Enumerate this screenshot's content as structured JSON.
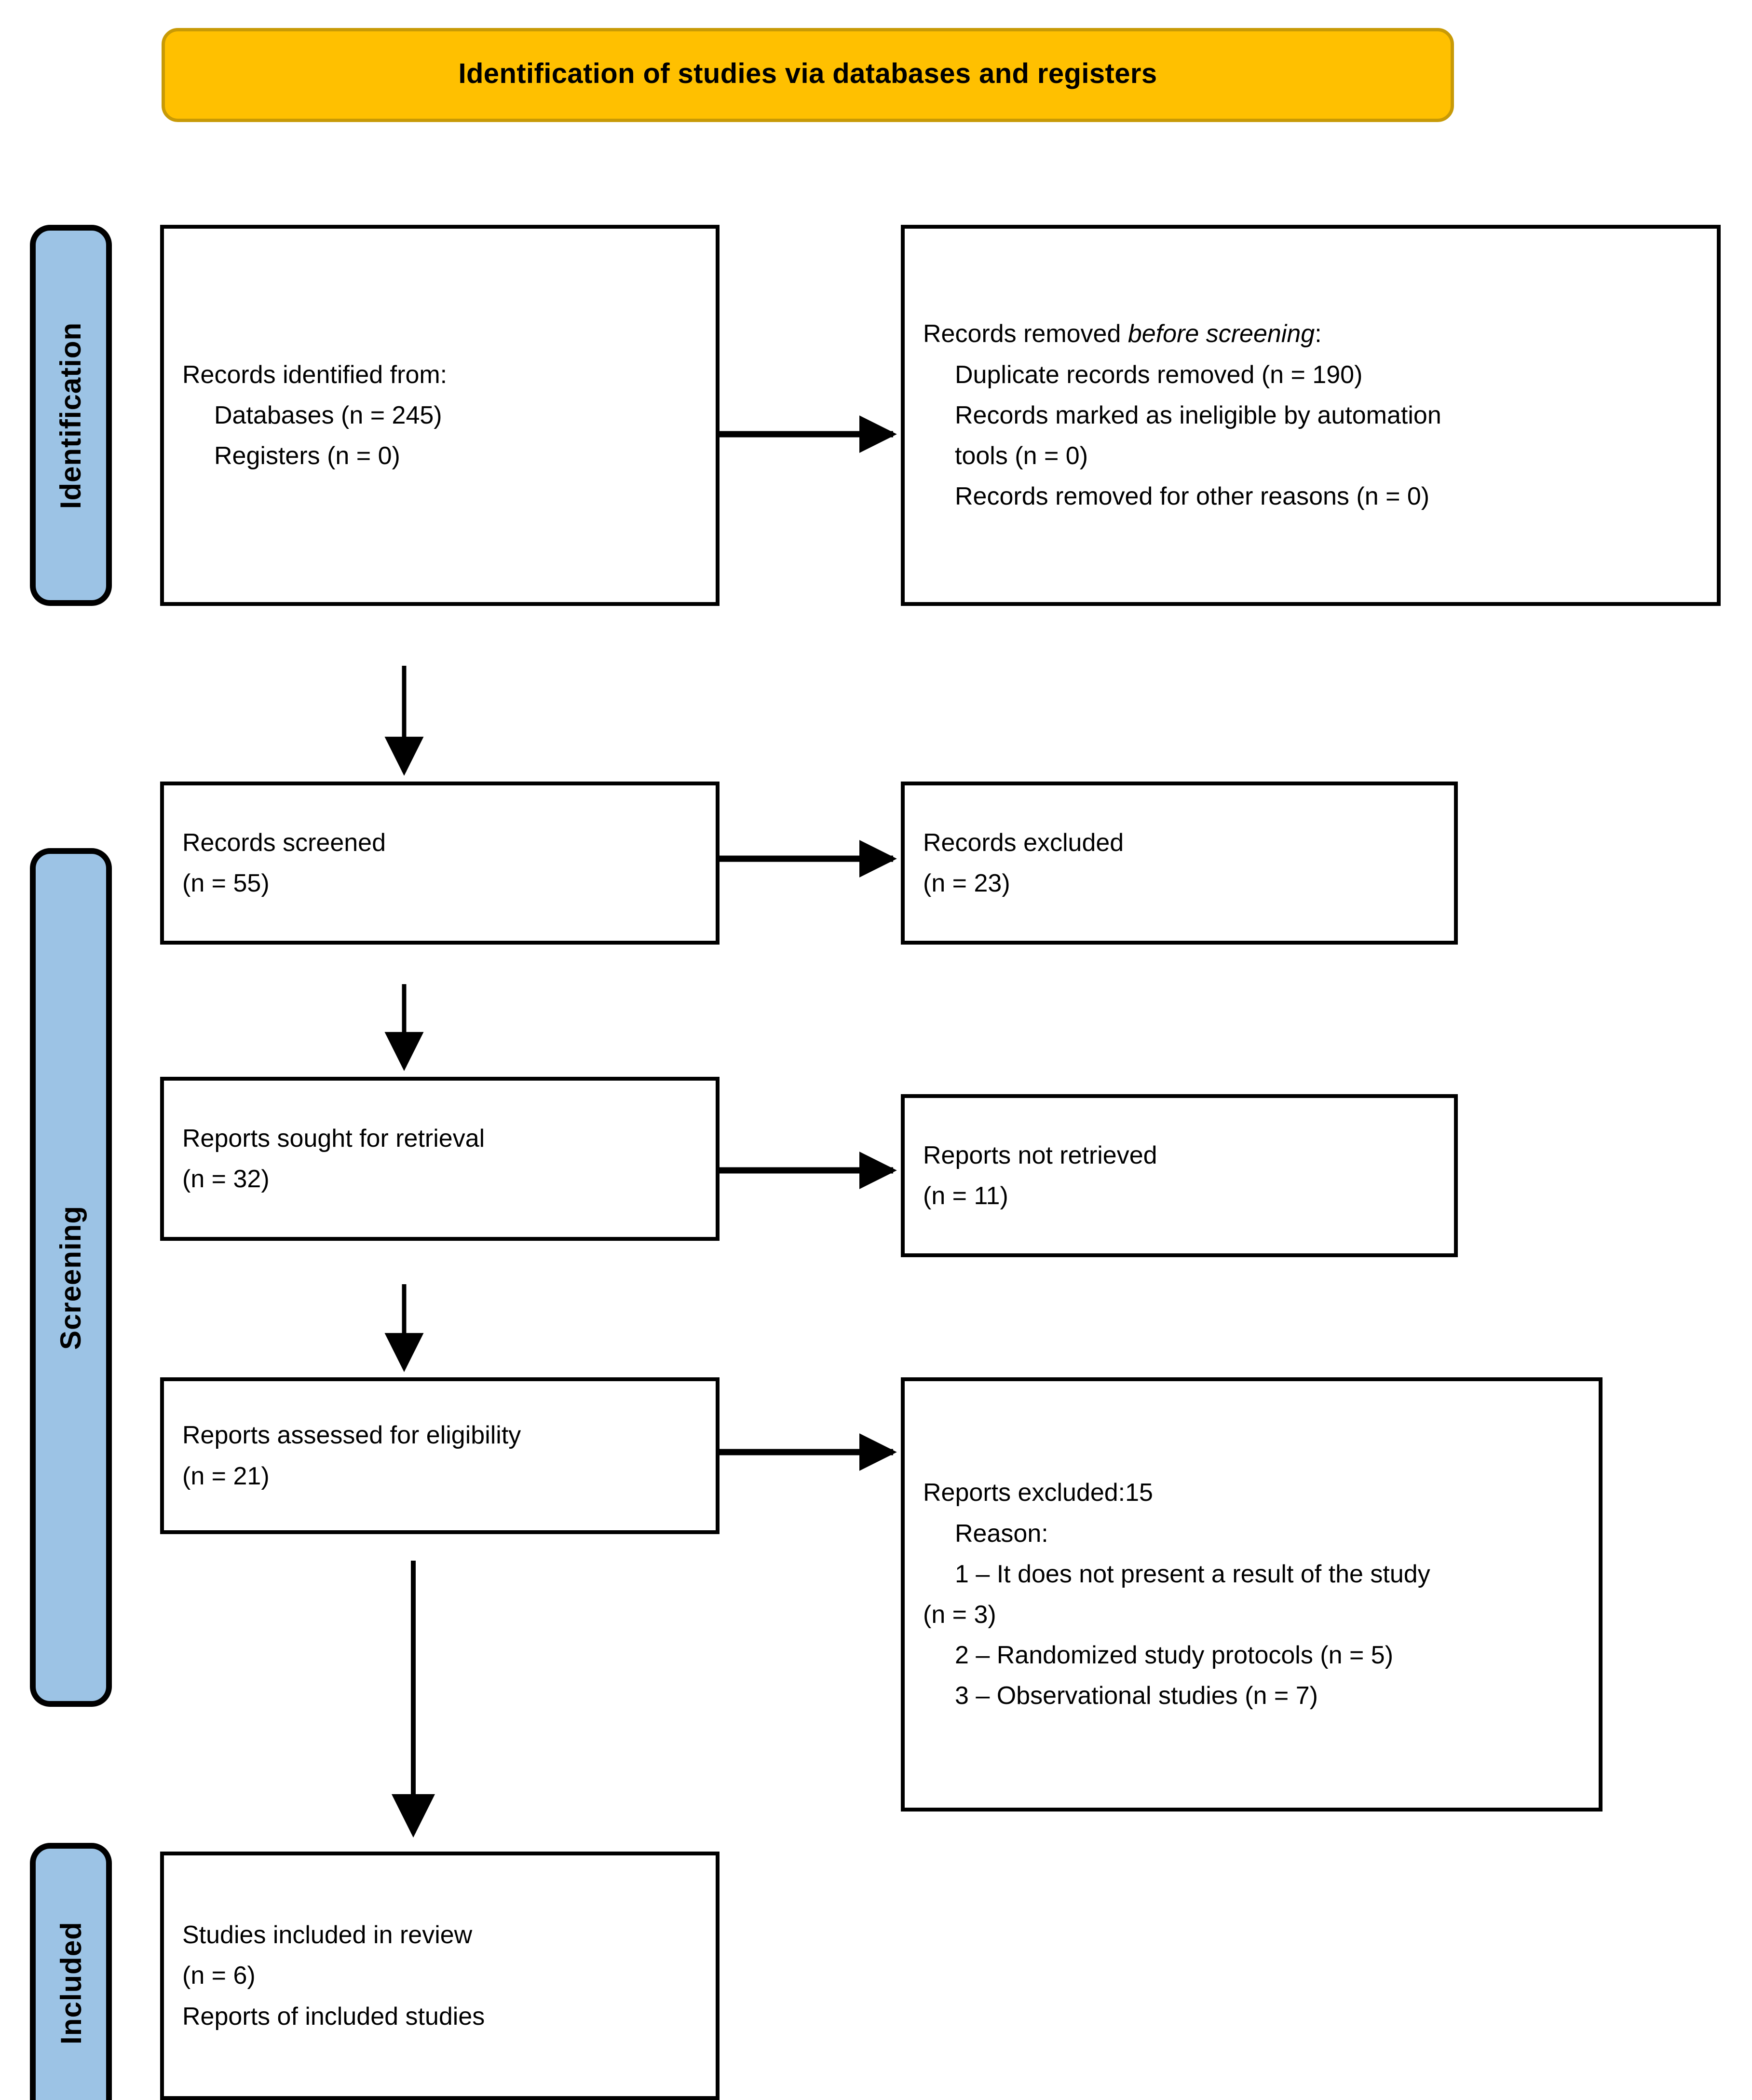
{
  "banner": {
    "title": "Identification of studies via databases and registers",
    "fill": "#FFC000",
    "border": "#C89A06"
  },
  "stages": {
    "fill": "#9CC3E5",
    "identification": "Identification",
    "screening": "Screening",
    "included": "Included"
  },
  "boxes": {
    "identified": {
      "line1": "Records identified from:",
      "line2": "Databases (n = 245)",
      "line3": "Registers (n = 0)"
    },
    "removed": {
      "line1_prefix": "Records removed ",
      "line1_italic": "before screening",
      "line1_suffix": ":",
      "line2": "Duplicate records removed (n = 190)",
      "line3": "Records marked as ineligible by automation",
      "line4": "tools (n = 0)",
      "line5": "Records removed for other reasons (n = 0)"
    },
    "screened": {
      "line1": "Records screened",
      "line2": "(n = 55)"
    },
    "records_excluded": {
      "line1": "Records excluded",
      "line2": "(n = 23)"
    },
    "sought": {
      "line1": "Reports sought for retrieval",
      "line2": "(n = 32)"
    },
    "not_retrieved": {
      "line1": "Reports not retrieved",
      "line2": "(n = 11)"
    },
    "assessed": {
      "line1": "Reports assessed for eligibility",
      "line2": "(n = 21)"
    },
    "reports_excluded": {
      "line1": "Reports excluded:15",
      "line2": "Reason:",
      "line3": "1 – It does not present a result of the study",
      "line4": "(n = 3)",
      "line5": "2 – Randomized study protocols (n = 5)",
      "line6": "3 – Observational studies (n = 7)"
    },
    "included": {
      "line1": "Studies included in review",
      "line2": "(n = 6)",
      "line3": "Reports of included studies"
    }
  },
  "chart_data": {
    "type": "table",
    "title": "Identification of studies via databases and registers",
    "nodes": [
      {
        "stage": "Identification",
        "label": "Records identified from: Databases",
        "n": 245
      },
      {
        "stage": "Identification",
        "label": "Records identified from: Registers",
        "n": 0
      },
      {
        "stage": "Identification",
        "label": "Duplicate records removed",
        "n": 190
      },
      {
        "stage": "Identification",
        "label": "Records marked as ineligible by automation tools",
        "n": 0
      },
      {
        "stage": "Identification",
        "label": "Records removed for other reasons",
        "n": 0
      },
      {
        "stage": "Screening",
        "label": "Records screened",
        "n": 55
      },
      {
        "stage": "Screening",
        "label": "Records excluded",
        "n": 23
      },
      {
        "stage": "Screening",
        "label": "Reports sought for retrieval",
        "n": 32
      },
      {
        "stage": "Screening",
        "label": "Reports not retrieved",
        "n": 11
      },
      {
        "stage": "Screening",
        "label": "Reports assessed for eligibility",
        "n": 21
      },
      {
        "stage": "Screening",
        "label": "Reports excluded (total)",
        "n": 15
      },
      {
        "stage": "Screening",
        "label": "Reason 1 – It does not present a result of the study",
        "n": 3
      },
      {
        "stage": "Screening",
        "label": "Reason 2 – Randomized study protocols",
        "n": 5
      },
      {
        "stage": "Screening",
        "label": "Reason 3 – Observational studies",
        "n": 7
      },
      {
        "stage": "Included",
        "label": "Studies included in review",
        "n": 6
      }
    ]
  }
}
